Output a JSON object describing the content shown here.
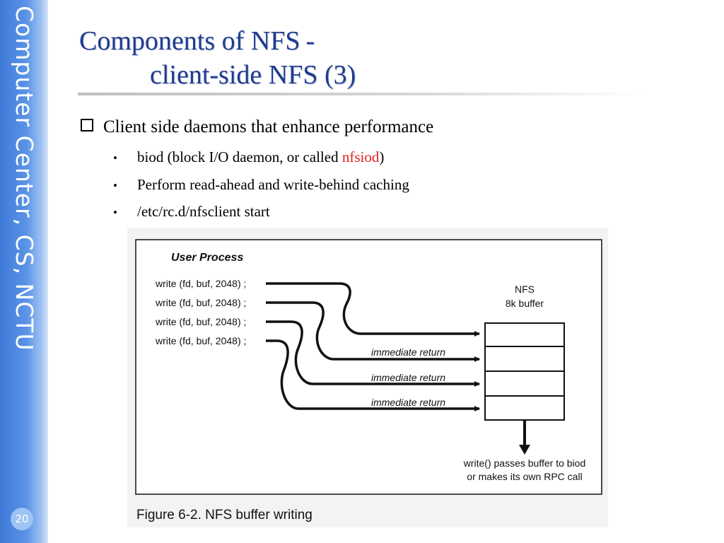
{
  "sidebar": {
    "title": "Computer Center, CS, NCTU",
    "page_number": "20"
  },
  "header": {
    "title_line1": "Components of NFS",
    "title_dash": "-",
    "title_line2": "client-side NFS (3)"
  },
  "content": {
    "main_bullet": "Client side daemons that enhance performance",
    "sub_bullets": {
      "biod_prefix": "biod (block I/O daemon, or called ",
      "biod_highlight": "nfsiod",
      "biod_suffix": ")",
      "item2": "Perform read-ahead and write-behind caching",
      "item3": "/etc/rc.d/nfsclient start"
    },
    "bullet_glyph": "•",
    "highlight_color": "#e0201c"
  },
  "figure": {
    "box_title": "User Process",
    "write_calls": [
      "write (fd,  buf, 2048) ;",
      "write (fd,  buf, 2048) ;",
      "write (fd,  buf, 2048) ;",
      "write (fd,  buf, 2048) ;"
    ],
    "buffer_label_line1": "NFS",
    "buffer_label_line2": "8k buffer",
    "returns": [
      "immediate return",
      "immediate return",
      "immediate return"
    ],
    "output_line1": "write() passes buffer to biod",
    "output_line2": "or makes its own RPC call",
    "caption": "Figure 6-2.  NFS buffer writing"
  }
}
